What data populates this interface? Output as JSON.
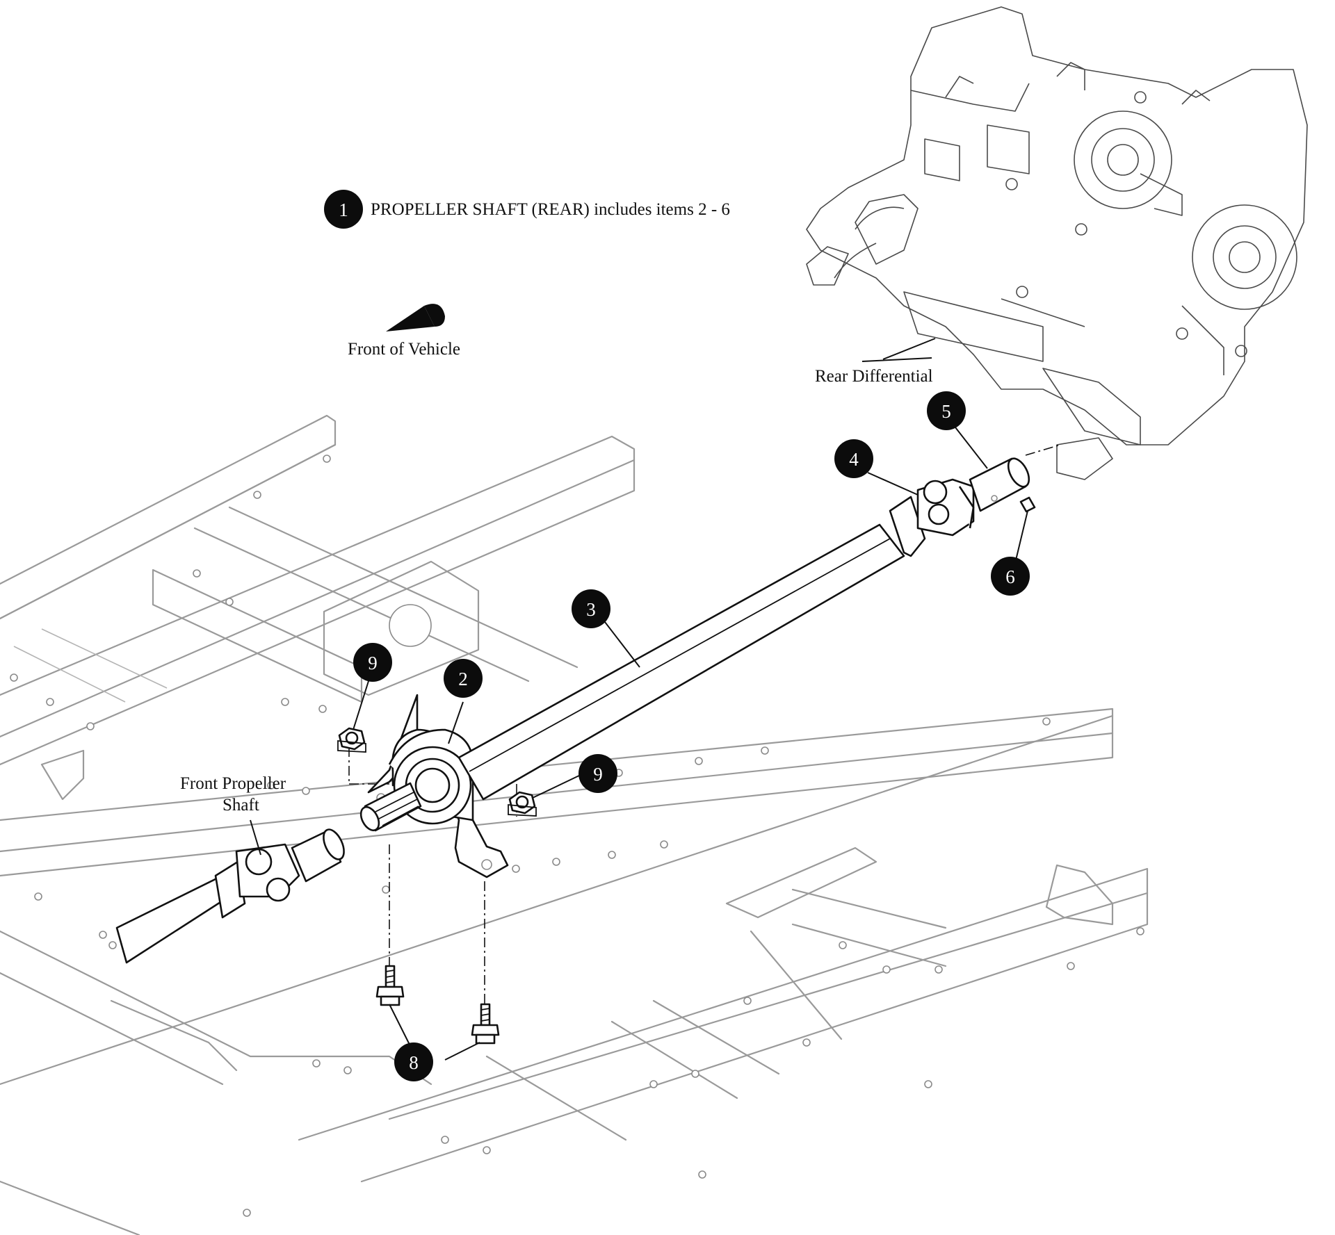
{
  "legend": {
    "number": "1",
    "text": "PROPELLER SHAFT (REAR) includes items 2 - 6"
  },
  "labels": {
    "front_of_vehicle": "Front of Vehicle",
    "rear_differential": "Rear Differential",
    "front_propeller_line1": "Front Propeller",
    "front_propeller_line2": "Shaft"
  },
  "callouts": {
    "c2": "2",
    "c3": "3",
    "c4": "4",
    "c5": "5",
    "c6": "6",
    "c8": "8",
    "c9a": "9",
    "c9b": "9"
  }
}
